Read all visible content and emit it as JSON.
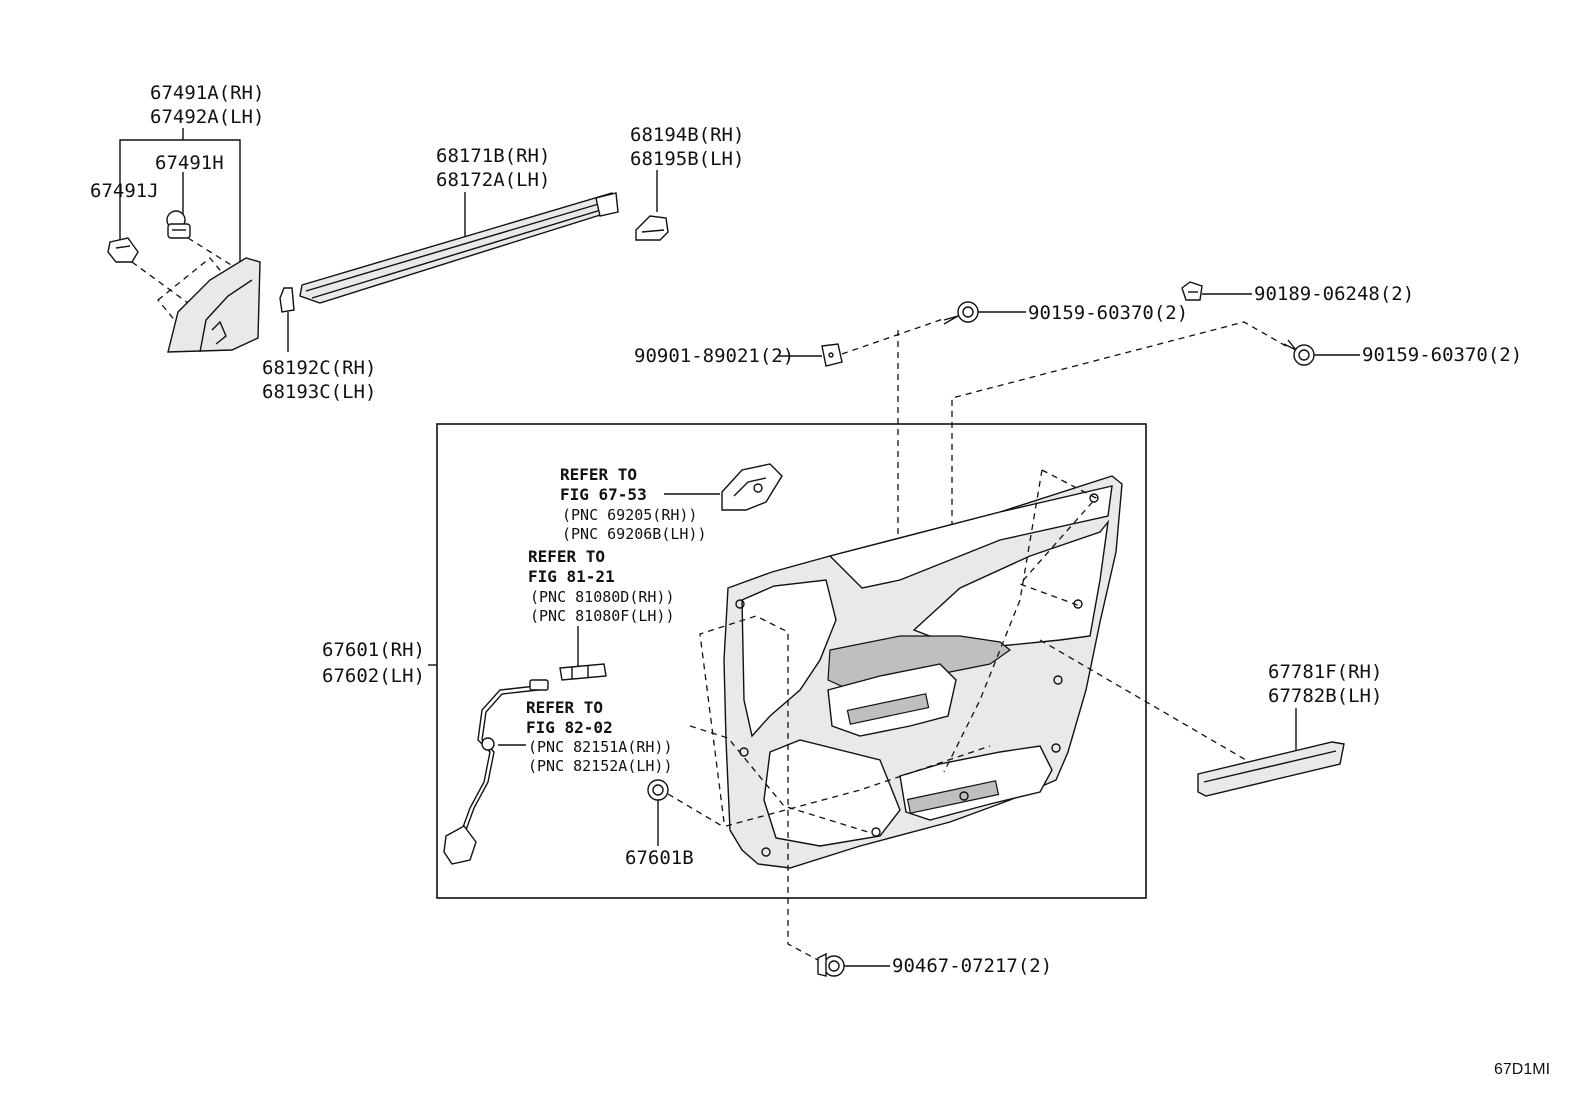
{
  "parts": {
    "corner_cover_rh": "67491A(RH)",
    "corner_cover_lh": "67492A(LH)",
    "clip_h": "67491H",
    "clip_j": "67491J",
    "belt_moulding_rh": "68171B(RH)",
    "belt_moulding_lh": "68172A(LH)",
    "weatherstrip_end_rh": "68194B(RH)",
    "weatherstrip_end_lh": "68195B(LH)",
    "seal_rh": "68192C(RH)",
    "seal_lh": "68193C(LH)",
    "nut": "90901-89021(2)",
    "screw_a": "90159-60370(2)",
    "clip_nut": "90189-06248(2)",
    "screw_b": "90159-60370(2)",
    "trim_board_rh": "67601(RH)",
    "trim_board_lh": "67602(LH)",
    "clip_b": "67601B",
    "garnish_rh": "67781F(RH)",
    "garnish_lh": "67782B(LH)",
    "bottom_clip": "90467-07217(2)"
  },
  "refs": {
    "handle": {
      "line1": "REFER TO",
      "line2": "FIG 67-53",
      "pnc1": "(PNC 69205(RH))",
      "pnc2": "(PNC 69206B(LH))"
    },
    "switch": {
      "line1": "REFER TO",
      "line2": "FIG 81-21",
      "pnc1": "(PNC 81080D(RH))",
      "pnc2": "(PNC 81080F(LH))"
    },
    "wire": {
      "line1": "REFER TO",
      "line2": "FIG 82-02",
      "pnc1": "(PNC 82151A(RH))",
      "pnc2": "(PNC 82152A(LH))"
    }
  },
  "figure_code": "67D1MI"
}
